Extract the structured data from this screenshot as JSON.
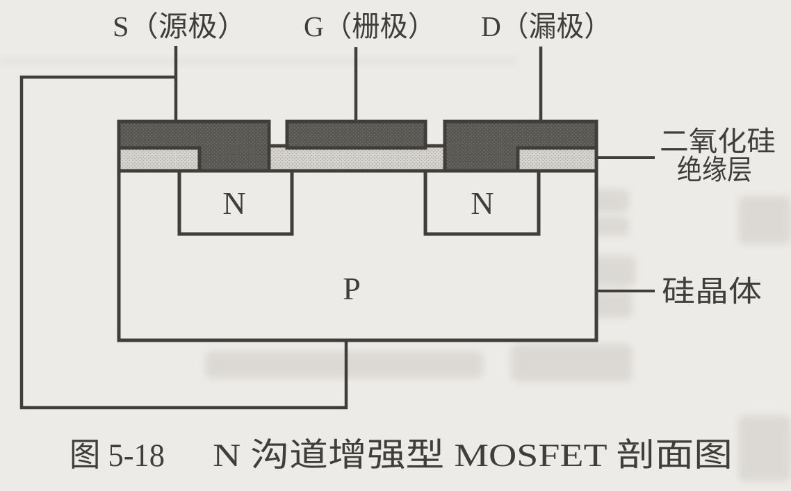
{
  "figure": {
    "kind": "textbook cross-section diagram",
    "terminals": {
      "source": "S（源极）",
      "gate": "G（栅极）",
      "drain": "D（漏极）"
    },
    "regions": {
      "left_well": "N",
      "right_well": "N",
      "substrate": "P"
    },
    "callouts": {
      "oxide_line1": "二氧化硅",
      "oxide_line2": "绝缘层",
      "crystal": "硅晶体"
    },
    "caption": {
      "number": "图 5-18",
      "title": "N 沟道增强型 MOSFET 剖面图"
    }
  },
  "colors": {
    "paper": "#edebe7",
    "ink": "#403e3b",
    "electrode_base": "#575550",
    "electrode_dot": "#6f6d68",
    "oxide_base": "#d9d6d1",
    "oxide_dot": "#b2afaa",
    "ghost": "#c9c5be"
  }
}
